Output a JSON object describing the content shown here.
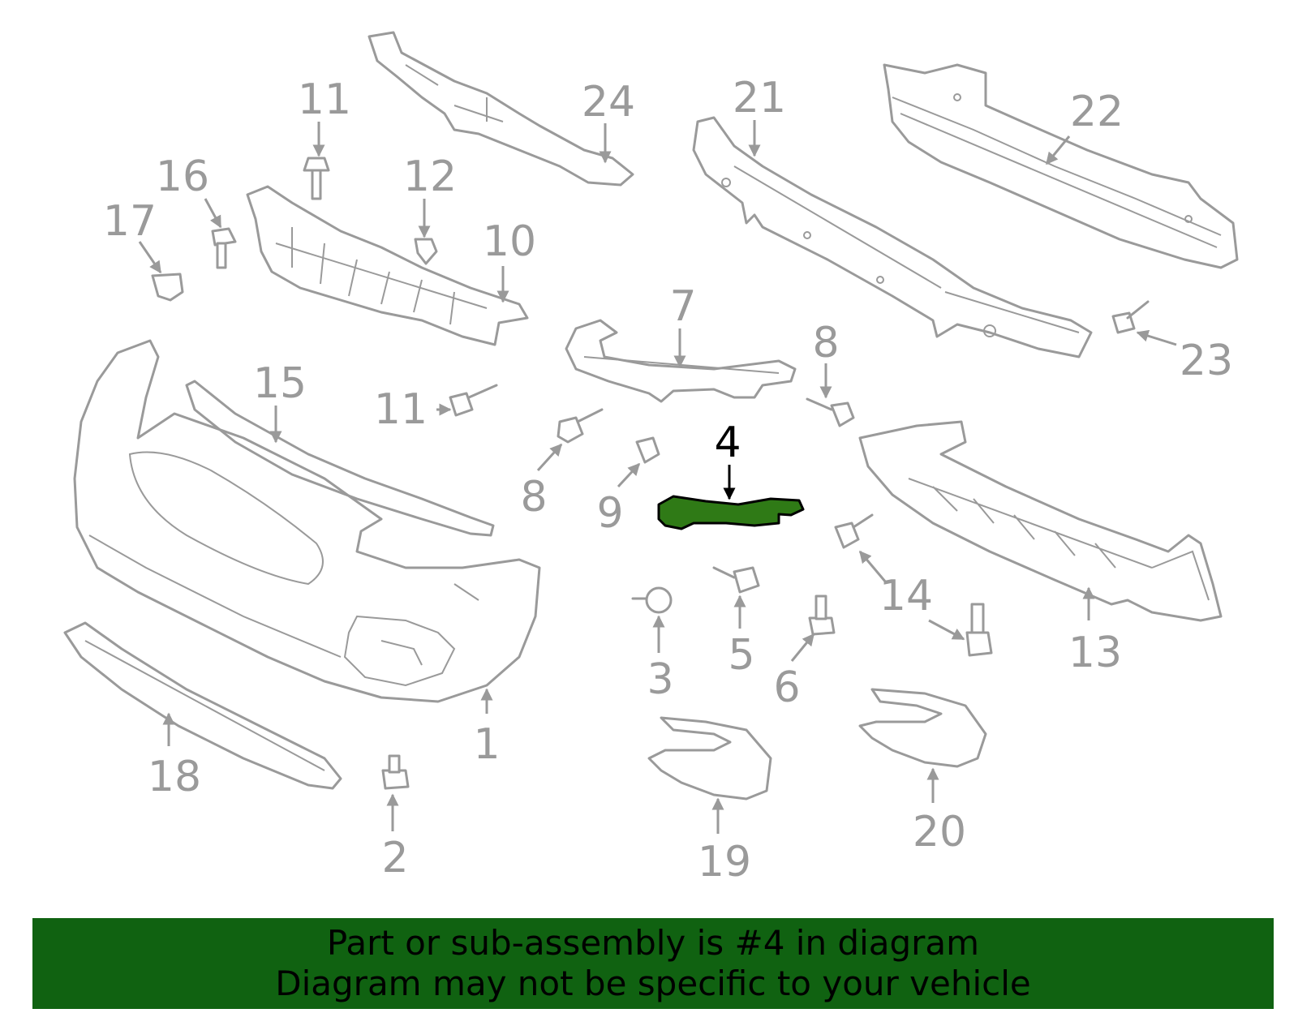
{
  "diagram": {
    "highlighted_part": "4",
    "colors": {
      "line": "#9a9a9a",
      "highlight_fill": "#2f7a16",
      "highlight_text": "#000000",
      "banner_bg": "#106211",
      "banner_text": "#000000"
    },
    "callouts": [
      "1",
      "2",
      "3",
      "4",
      "5",
      "6",
      "7",
      "8",
      "8",
      "9",
      "10",
      "11",
      "11",
      "12",
      "13",
      "14",
      "14",
      "15",
      "16",
      "17",
      "18",
      "19",
      "20",
      "21",
      "22",
      "23",
      "24"
    ]
  },
  "banner": {
    "line1": "Part or sub-assembly is #4 in diagram",
    "line2": "Diagram may not be specific to your vehicle"
  }
}
